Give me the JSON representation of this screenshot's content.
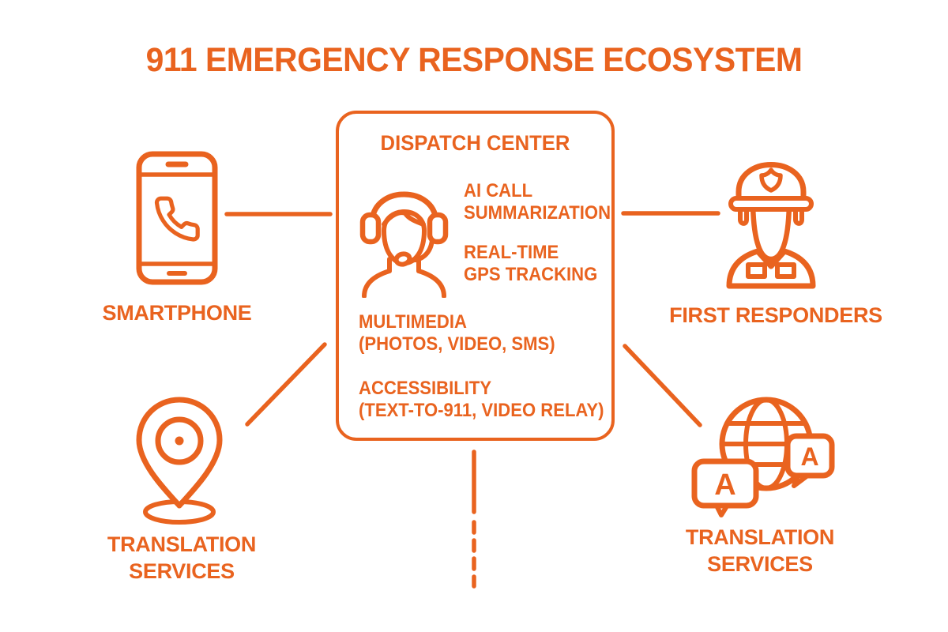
{
  "colors": {
    "accent": "#E9631F",
    "background": "#FFFFFF"
  },
  "title": "911 EMERGENCY RESPONSE ECOSYSTEM",
  "dispatch_center": {
    "heading": "DISPATCH CENTER",
    "operator_icon": "dispatcher-headset-icon",
    "features": [
      {
        "lines": [
          "AI CALL",
          "SUMMARIZATION"
        ]
      },
      {
        "lines": [
          "REAL-TIME",
          "GPS TRACKING"
        ]
      },
      {
        "lines": [
          "MULTIMEDIA",
          "(PHOTOS, VIDEO, SMS)"
        ]
      },
      {
        "lines": [
          "ACCESSIBILITY",
          "(TEXT-TO-911, VIDEO RELAY)"
        ]
      }
    ]
  },
  "nodes": [
    {
      "id": "smartphone",
      "icon": "smartphone-call-icon",
      "label_lines": [
        "SMARTPHONE"
      ]
    },
    {
      "id": "first-responders",
      "icon": "first-responder-icon",
      "label_lines": [
        "FIRST RESPONDERS"
      ]
    },
    {
      "id": "location-pin",
      "icon": "location-pin-icon",
      "label_lines": [
        "TRANSLATION",
        "SERVICES"
      ]
    },
    {
      "id": "translation-globe",
      "icon": "globe-translation-icon",
      "label_lines": [
        "TRANSLATION",
        "SERVICES"
      ]
    }
  ],
  "translation_bubbles": {
    "left_letter": "A",
    "right_letter": "A"
  },
  "connections": [
    {
      "from": "smartphone",
      "to": "dispatch-center",
      "style": "solid"
    },
    {
      "from": "dispatch-center",
      "to": "first-responders",
      "style": "solid"
    },
    {
      "from": "location-pin",
      "to": "dispatch-center",
      "style": "solid"
    },
    {
      "from": "dispatch-center",
      "to": "translation-globe",
      "style": "solid"
    },
    {
      "from": "dispatch-center",
      "to": "below",
      "style": "solid-then-dashed"
    }
  ]
}
